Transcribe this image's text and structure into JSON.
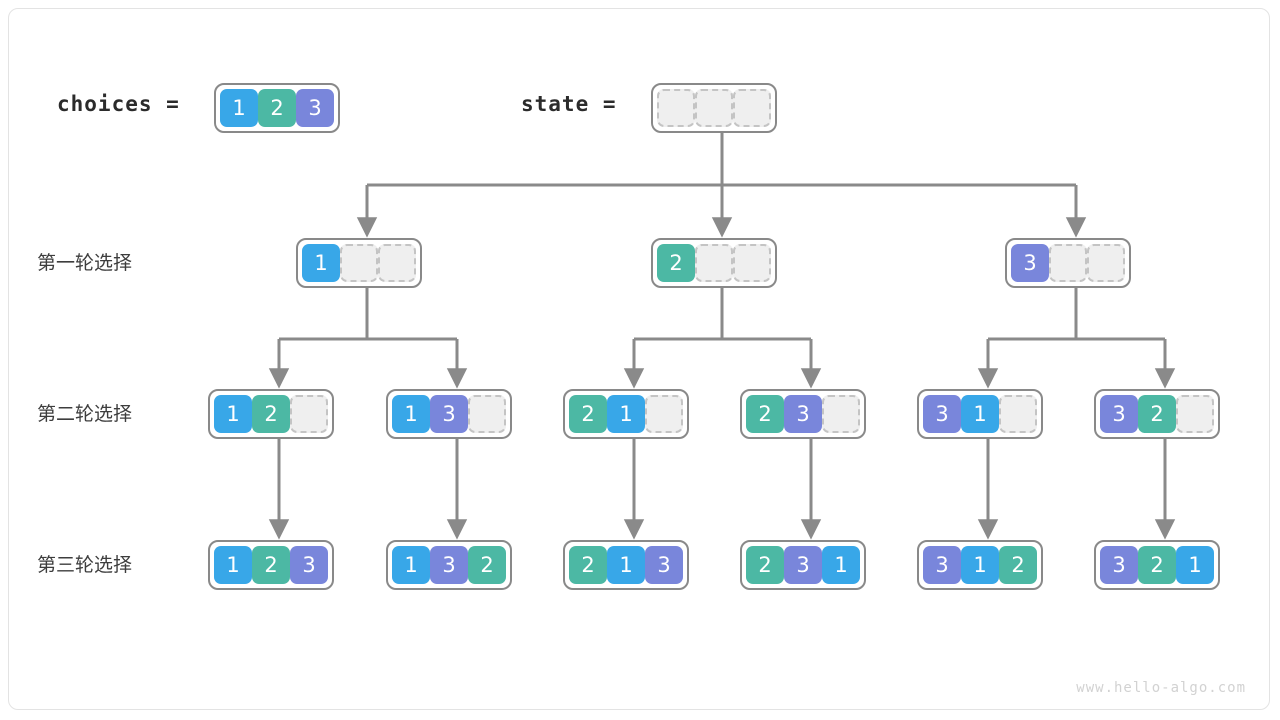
{
  "diagram": {
    "title_choices": "choices  =",
    "title_state": "state  =",
    "watermark": "www.hello-algo.com",
    "colors": {
      "value_1": "#38a7e8",
      "value_2": "#4cb8a4",
      "value_3": "#7986db",
      "empty_fill": "#efefef",
      "empty_border": "#c4c4c4",
      "array_border": "#898989",
      "wire": "#8a8a8a",
      "frame_border": "#e3e3e3",
      "label_text": "#2b2b2b"
    },
    "row_labels": [
      "第一轮选择",
      "第二轮选择",
      "第三轮选择"
    ],
    "choices": [
      "1",
      "2",
      "3"
    ],
    "state": [
      "",
      "",
      ""
    ],
    "level1": [
      {
        "cells": [
          "1",
          "",
          ""
        ]
      },
      {
        "cells": [
          "2",
          "",
          ""
        ]
      },
      {
        "cells": [
          "3",
          "",
          ""
        ]
      }
    ],
    "level2": [
      {
        "cells": [
          "1",
          "2",
          ""
        ]
      },
      {
        "cells": [
          "1",
          "3",
          ""
        ]
      },
      {
        "cells": [
          "2",
          "1",
          ""
        ]
      },
      {
        "cells": [
          "2",
          "3",
          ""
        ]
      },
      {
        "cells": [
          "3",
          "1",
          ""
        ]
      },
      {
        "cells": [
          "3",
          "2",
          ""
        ]
      }
    ],
    "level3": [
      {
        "cells": [
          "1",
          "2",
          "3"
        ]
      },
      {
        "cells": [
          "1",
          "3",
          "2"
        ]
      },
      {
        "cells": [
          "2",
          "1",
          "3"
        ]
      },
      {
        "cells": [
          "2",
          "3",
          "1"
        ]
      },
      {
        "cells": [
          "3",
          "1",
          "2"
        ]
      },
      {
        "cells": [
          "3",
          "2",
          "1"
        ]
      }
    ]
  }
}
